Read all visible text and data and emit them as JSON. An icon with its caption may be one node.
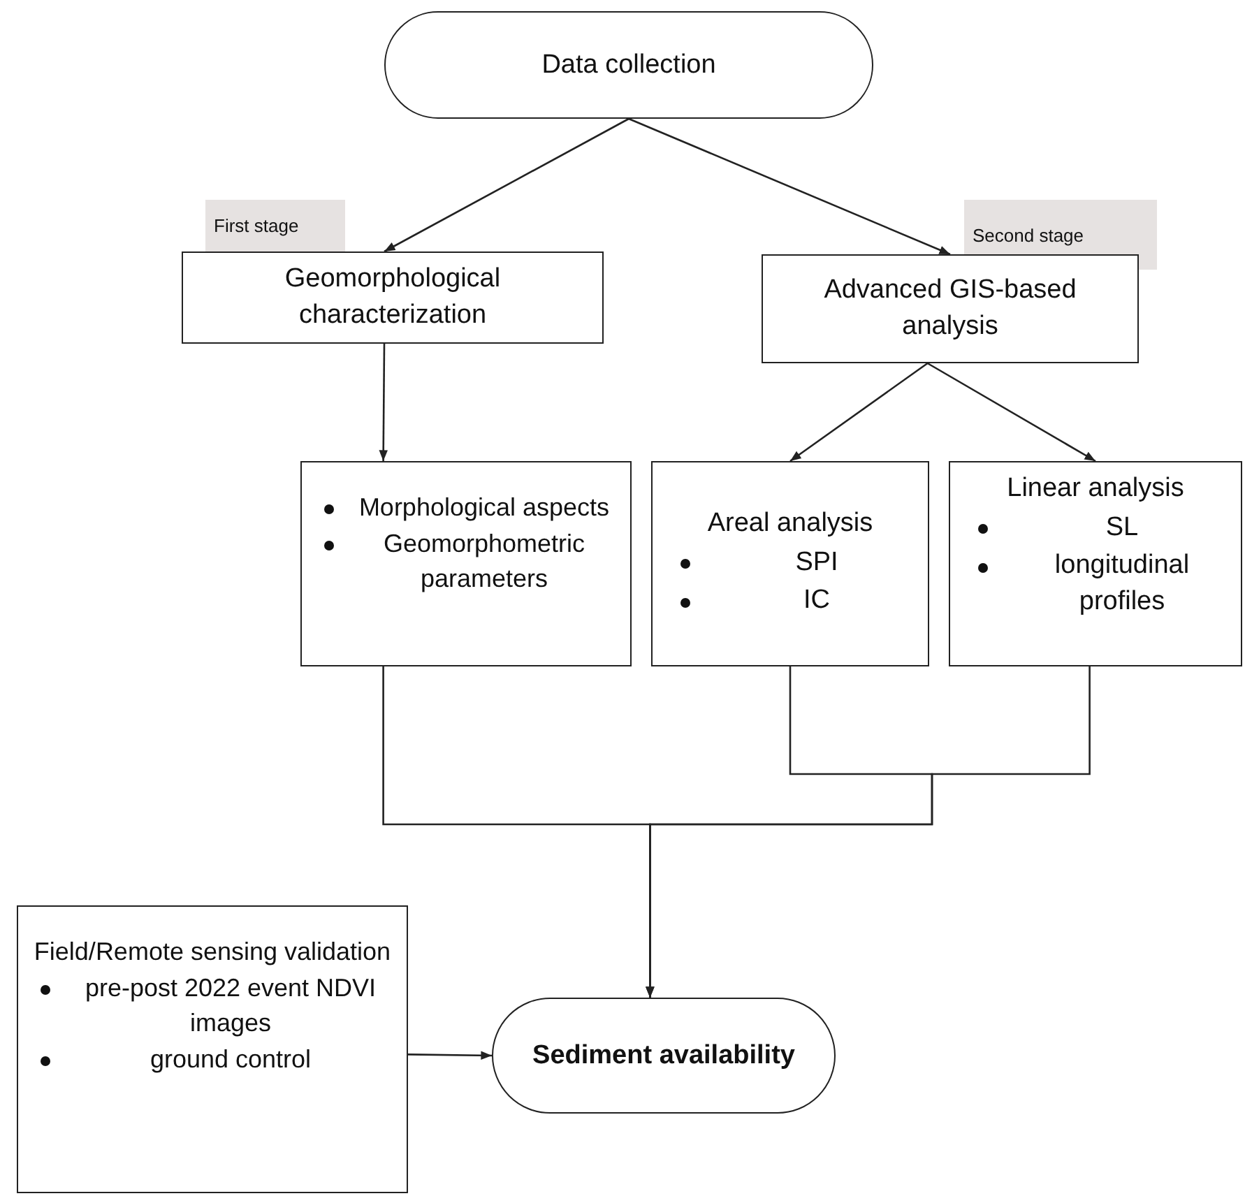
{
  "diagram": {
    "nodes": [
      {
        "text": [
          "Data collection"
        ]
      },
      {
        "text": [
          "Geomorphological characterization"
        ],
        "beside": [
          "First stage"
        ]
      },
      {
        "text": [
          "Advanced GIS-based analysis"
        ],
        "beside": [
          "Second stage"
        ]
      },
      {
        "text": [
          "Morphological aspects",
          "Geomorphometric parameters"
        ]
      },
      {
        "text": [
          "Areal analysis",
          "SPI",
          "IC"
        ]
      },
      {
        "text": [
          "Linear analysis",
          "SL",
          "longitudinal profiles"
        ]
      },
      {
        "text": [
          "Field/Remote sensing validation",
          "pre-post 2022 event NDVI images",
          "ground control"
        ]
      },
      {
        "text": [
          "Sediment availability"
        ]
      }
    ],
    "edges": [
      {
        "from": 0,
        "to": 1,
        "arrow": "to"
      },
      {
        "from": 0,
        "to": 2,
        "arrow": "to"
      },
      {
        "from": 1,
        "to": 3,
        "arrow": "to"
      },
      {
        "from": 2,
        "to": 4,
        "arrow": "to"
      },
      {
        "from": 2,
        "to": 5,
        "arrow": "to"
      },
      {
        "from": 3,
        "to": 7,
        "arrow": "to"
      },
      {
        "from": 4,
        "to": 7,
        "arrow": "to"
      },
      {
        "from": 5,
        "to": 7,
        "arrow": "to"
      },
      {
        "from": 6,
        "to": 7,
        "arrow": "to"
      }
    ]
  }
}
